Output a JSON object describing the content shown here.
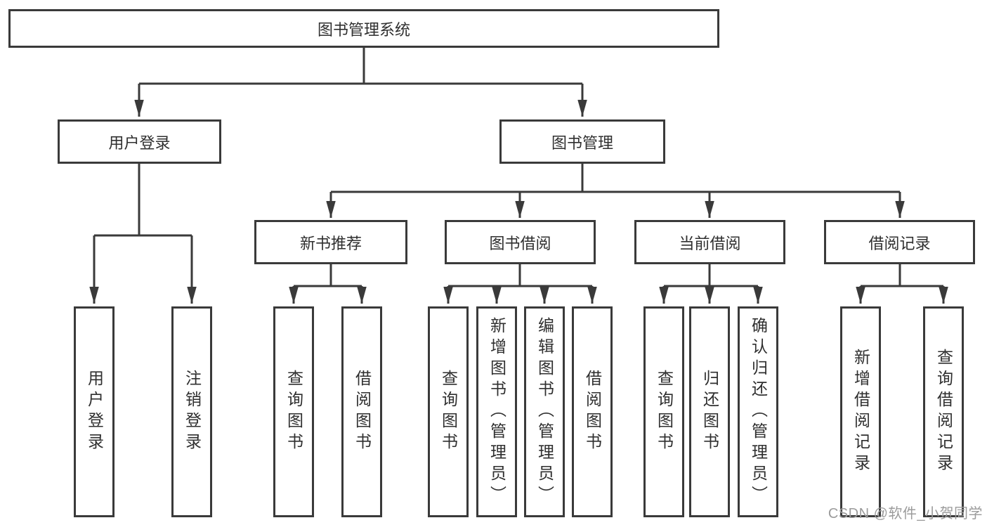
{
  "colors": {
    "line": "#3a3a3a",
    "text": "#2f2f2f",
    "watermark_text": "#9b9b9b",
    "background": "#ffffff"
  },
  "diagram": {
    "root": {
      "label": "图书管理系统"
    },
    "level2": [
      {
        "label": "用户登录",
        "children": [
          {
            "label": "用户登录"
          },
          {
            "label": "注销登录"
          }
        ]
      },
      {
        "label": "图书管理",
        "groups": [
          {
            "label": "新书推荐",
            "children": [
              {
                "label": "查询图书"
              },
              {
                "label": "借阅图书"
              }
            ]
          },
          {
            "label": "图书借阅",
            "children": [
              {
                "label": "查询图书"
              },
              {
                "label": "新增图书（管理员）"
              },
              {
                "label": "编辑图书（管理员）"
              },
              {
                "label": "借阅图书"
              }
            ]
          },
          {
            "label": "当前借阅",
            "children": [
              {
                "label": "查询图书"
              },
              {
                "label": "归还图书"
              },
              {
                "label": "确认归还（管理员）"
              }
            ]
          },
          {
            "label": "借阅记录",
            "children": [
              {
                "label": "新增借阅记录"
              },
              {
                "label": "查询借阅记录"
              }
            ]
          }
        ]
      }
    ]
  },
  "watermark": {
    "text": "CSDN @软件_小贺同学"
  }
}
